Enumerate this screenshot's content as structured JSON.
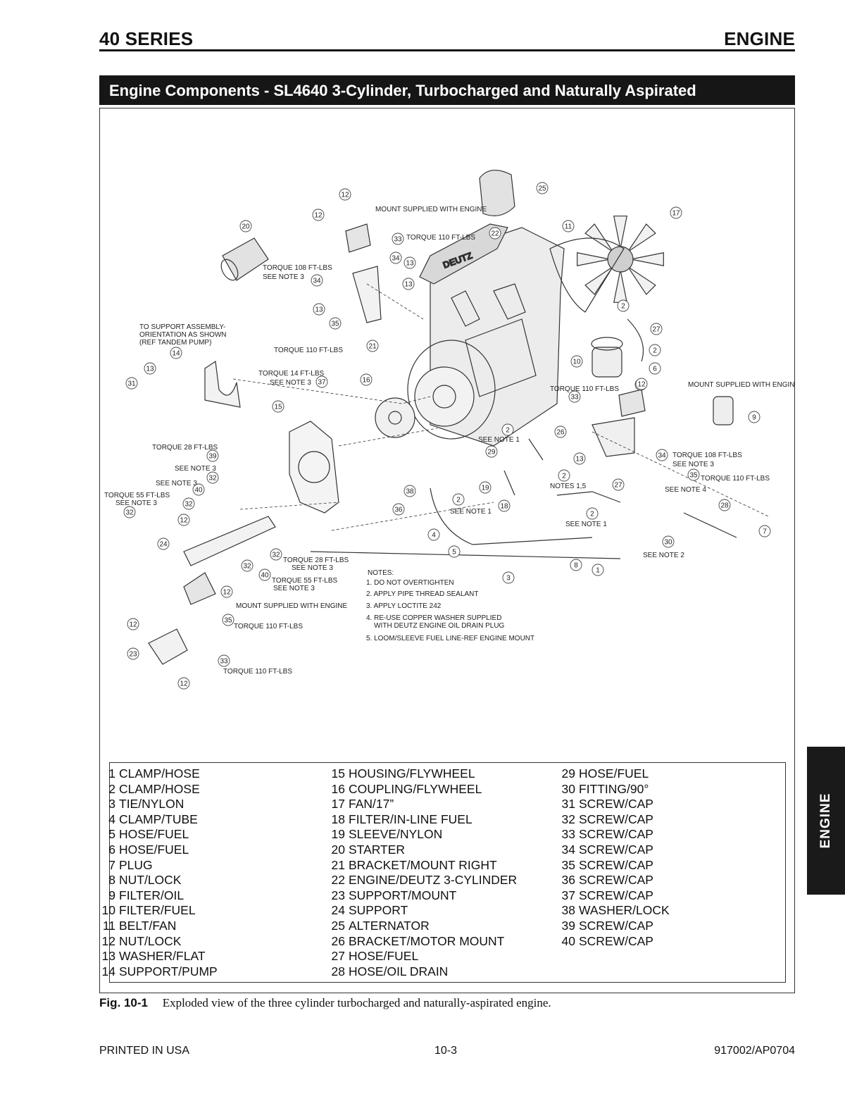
{
  "header": {
    "series": "40 SERIES",
    "section": "ENGINE"
  },
  "section_title": "Engine Components - SL4640 3-Cylinder,  Turbocharged and Naturally Aspirated",
  "diagram": {
    "callouts": [
      "12",
      "12",
      "20",
      "25",
      "22",
      "33",
      "34",
      "13",
      "34",
      "13",
      "13",
      "35",
      "21",
      "11",
      "17",
      "2",
      "27",
      "2",
      "6",
      "10",
      "12",
      "14",
      "13",
      "31",
      "37",
      "16",
      "15",
      "33",
      "12",
      "9",
      "2",
      "26",
      "13",
      "34",
      "35",
      "29",
      "39",
      "32",
      "40",
      "32",
      "32",
      "12",
      "24",
      "38",
      "36",
      "2",
      "4",
      "19",
      "18",
      "2",
      "27",
      "28",
      "2",
      "30",
      "7",
      "5",
      "3",
      "8",
      "1",
      "32",
      "32",
      "40",
      "12",
      "35",
      "12",
      "23",
      "33",
      "12"
    ],
    "labels": {
      "mount_supplied": "MOUNT SUPPLIED WITH ENGINE",
      "torque_110": "TORQUE 110 FT-LBS",
      "torque_108": "TORQUE 108 FT-LBS",
      "see_note_3": "SEE NOTE 3",
      "support_assembly": [
        "TO SUPPORT ASSEMBLY-",
        "ORIENTATION AS SHOWN",
        "(REF TANDEM PUMP)"
      ],
      "torque_14": "TORQUE 14 FT-LBS",
      "torque_28": "TORQUE 28 FT-LBS",
      "torque_55": "TORQUE 55 FT-LBS",
      "see_note_1": "SEE NOTE 1",
      "see_note_2": "SEE NOTE 2",
      "see_note_4": "SEE NOTE 4",
      "notes_15": "NOTES 1,5",
      "engine_brand": "DEUTZ"
    },
    "notes": {
      "heading": "NOTES:",
      "items": [
        "1. DO NOT OVERTIGHTEN",
        "2. APPLY PIPE THREAD SEALANT",
        "3. APPLY LOCTITE 242",
        "4. RE-USE COPPER WASHER SUPPLIED",
        "    WITH DEUTZ ENGINE OIL DRAIN PLUG",
        "5. LOOM/SLEEVE FUEL LINE-REF ENGINE MOUNT"
      ]
    }
  },
  "parts": [
    [
      {
        "num": "1",
        "name": "CLAMP/HOSE"
      },
      {
        "num": "2",
        "name": "CLAMP/HOSE"
      },
      {
        "num": "3",
        "name": "TIE/NYLON"
      },
      {
        "num": "4",
        "name": "CLAMP/TUBE"
      },
      {
        "num": "5",
        "name": "HOSE/FUEL"
      },
      {
        "num": "6",
        "name": "HOSE/FUEL"
      },
      {
        "num": "7",
        "name": "PLUG"
      },
      {
        "num": "8",
        "name": "NUT/LOCK"
      },
      {
        "num": "9",
        "name": "FILTER/OIL"
      },
      {
        "num": "10",
        "name": "FILTER/FUEL"
      },
      {
        "num": "11",
        "name": "BELT/FAN"
      },
      {
        "num": "12",
        "name": "NUT/LOCK"
      },
      {
        "num": "13",
        "name": "WASHER/FLAT"
      },
      {
        "num": "14",
        "name": "SUPPORT/PUMP"
      }
    ],
    [
      {
        "num": "15",
        "name": "HOUSING/FLYWHEEL"
      },
      {
        "num": "16",
        "name": "COUPLING/FLYWHEEL"
      },
      {
        "num": "17",
        "name": "FAN/17”"
      },
      {
        "num": "18",
        "name": "FILTER/IN-LINE FUEL"
      },
      {
        "num": "19",
        "name": "SLEEVE/NYLON"
      },
      {
        "num": "20",
        "name": "STARTER"
      },
      {
        "num": "21",
        "name": "BRACKET/MOUNT RIGHT"
      },
      {
        "num": "22",
        "name": "ENGINE/DEUTZ 3-CYLINDER"
      },
      {
        "num": "23",
        "name": "SUPPORT/MOUNT"
      },
      {
        "num": "24",
        "name": "SUPPORT"
      },
      {
        "num": "25",
        "name": "ALTERNATOR"
      },
      {
        "num": "26",
        "name": "BRACKET/MOTOR MOUNT"
      },
      {
        "num": "27",
        "name": "HOSE/FUEL"
      },
      {
        "num": "28",
        "name": "HOSE/OIL DRAIN"
      }
    ],
    [
      {
        "num": "29",
        "name": "HOSE/FUEL"
      },
      {
        "num": "30",
        "name": "FITTING/90°"
      },
      {
        "num": "31",
        "name": "SCREW/CAP"
      },
      {
        "num": "32",
        "name": "SCREW/CAP"
      },
      {
        "num": "33",
        "name": "SCREW/CAP"
      },
      {
        "num": "34",
        "name": "SCREW/CAP"
      },
      {
        "num": "35",
        "name": "SCREW/CAP"
      },
      {
        "num": "36",
        "name": "SCREW/CAP"
      },
      {
        "num": "37",
        "name": "SCREW/CAP"
      },
      {
        "num": "38",
        "name": "WASHER/LOCK"
      },
      {
        "num": "39",
        "name": "SCREW/CAP"
      },
      {
        "num": "40",
        "name": "SCREW/CAP"
      }
    ]
  ],
  "caption": {
    "label": "Fig. 10-1",
    "text": "Exploded view of the three cylinder turbocharged and naturally-aspirated engine."
  },
  "footer": {
    "left": "PRINTED IN USA",
    "center": "10-3",
    "right": "917002/AP0704"
  },
  "side_tab": "ENGINE"
}
